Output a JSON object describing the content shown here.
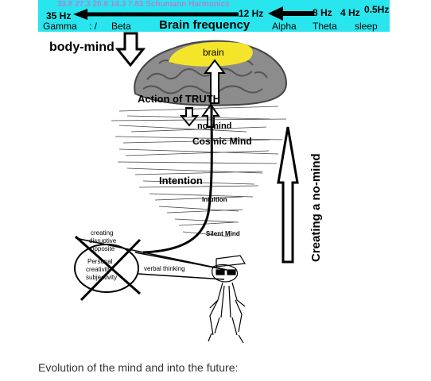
{
  "frequency_bar": {
    "top_values": "33.8  27.3  20.8   14.3   7.83  Schumann Harmonics",
    "f35": "35 Hz",
    "f12": "12 Hz",
    "f8": "8 Hz",
    "f4": "4 Hz",
    "f05": "0.5Hz",
    "gamma": "Gamma",
    "beta": "Beta",
    "title": "Brain frequency",
    "alpha": "Alpha",
    "theta": "Theta",
    "sleep": "sleep"
  },
  "labels": {
    "body_mind": "body-mind",
    "brain": "brain",
    "action_of_truth": "Action of TRUTH",
    "no_mind": "no-mind",
    "cosmic_mind": "Cosmic Mind",
    "intention": "Intention",
    "intuition": "Intuition",
    "silent_mind": "Silent Mind",
    "creating": "creating",
    "disruptive": "disruptive",
    "opposite": "opposite",
    "personal": "Personal",
    "creativity": "creativity",
    "subjectivity": "subjectivity",
    "verbal_thinking": "verbal thinking",
    "creating_no_mind": "Creating a no-mind"
  },
  "caption": "Evolution of the mind and into the future:",
  "colors": {
    "bar_cyan": "#29e6ee",
    "schumann_text": "#b57edc",
    "brain_gray": "#8c8c8c",
    "brain_highlight": "#f5e52a",
    "ink": "#000000"
  }
}
